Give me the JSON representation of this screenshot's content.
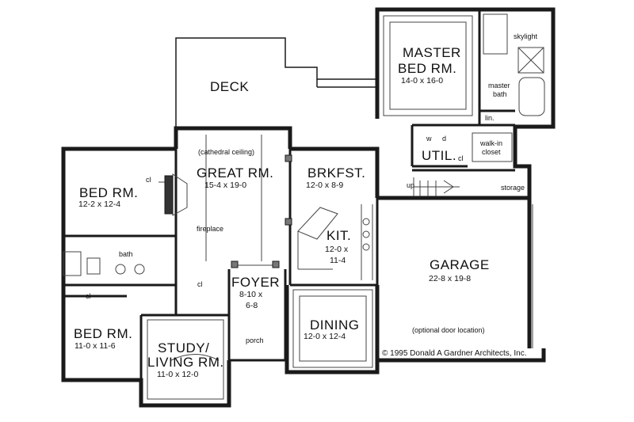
{
  "rooms": {
    "deck": {
      "name": "DECK"
    },
    "master": {
      "name1": "MASTER",
      "name2": "BED RM.",
      "dims": "14-0 x 16-0"
    },
    "great": {
      "note": "(cathedral ceiling)",
      "name": "GREAT RM.",
      "dims": "15-4 x 19-0"
    },
    "brkfst": {
      "name": "BRKFST.",
      "dims": "12-0 x 8-9"
    },
    "bed1": {
      "name": "BED RM.",
      "dims": "12-2 x 12-4"
    },
    "kit": {
      "name": "KIT.",
      "dims1": "12-0 x",
      "dims2": "11-4"
    },
    "util": {
      "name": "UTIL.",
      "w": "w",
      "d": "d",
      "cl": "cl"
    },
    "garage": {
      "name": "GARAGE",
      "dims": "22-8 x 19-8"
    },
    "foyer": {
      "name": "FOYER",
      "dims1": "8-10 x",
      "dims2": "6-8"
    },
    "bed2": {
      "name": "BED RM.",
      "dims": "11-0 x 11-6"
    },
    "study": {
      "name1": "STUDY/",
      "name2": "LIVING RM.",
      "dims": "11-0 x 12-0"
    },
    "dining": {
      "name": "DINING",
      "dims": "12-0 x 12-4"
    }
  },
  "labels": {
    "skylight": "skylight",
    "master_bath1": "master",
    "master_bath2": "bath",
    "lin": "lin.",
    "walkin1": "walk-in",
    "walkin2": "closet",
    "storage": "storage",
    "up": "up",
    "fireplace": "fireplace",
    "bath": "bath",
    "cl_bed1": "cl",
    "cl_bed2": "cl",
    "cl_hall": "cl",
    "porch": "porch",
    "optional_door": "(optional door location)"
  },
  "copyright": "© 1995 Donald A Gardner Architects, Inc.",
  "colors": {
    "wall": "#1a1a1a",
    "thin": "#444444",
    "paper": "#ffffff"
  }
}
